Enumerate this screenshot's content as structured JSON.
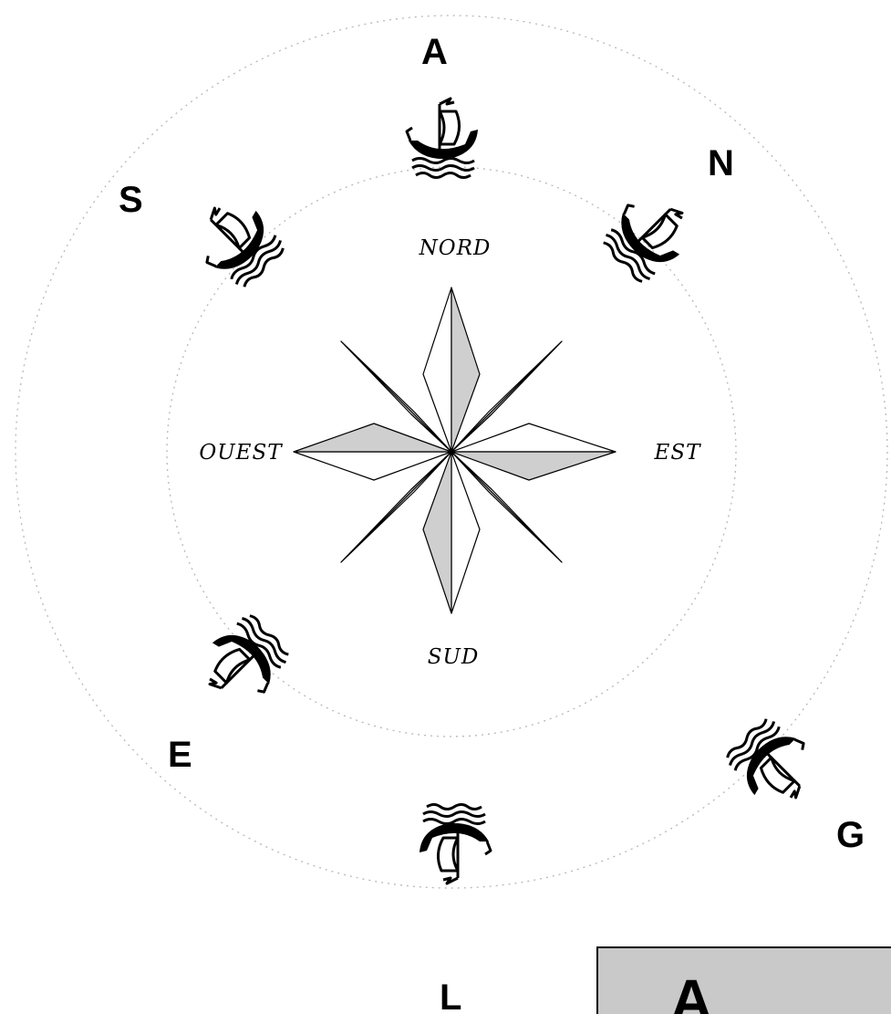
{
  "letters": {
    "a": "A",
    "n": "N",
    "s": "S",
    "e": "E",
    "g": "G",
    "l": "L"
  },
  "directions": {
    "north": "NORD",
    "south": "SUD",
    "east": "EST",
    "west": "OUEST"
  },
  "legend": {
    "letter": "A"
  },
  "colors": {
    "ink": "#000000",
    "shade": "#cfcfcf",
    "ring": "#b8b8b8",
    "legend_fill": "#c9c9c9"
  },
  "icons": {
    "ship": "viking-ship-icon",
    "rose": "compass-rose-icon"
  }
}
